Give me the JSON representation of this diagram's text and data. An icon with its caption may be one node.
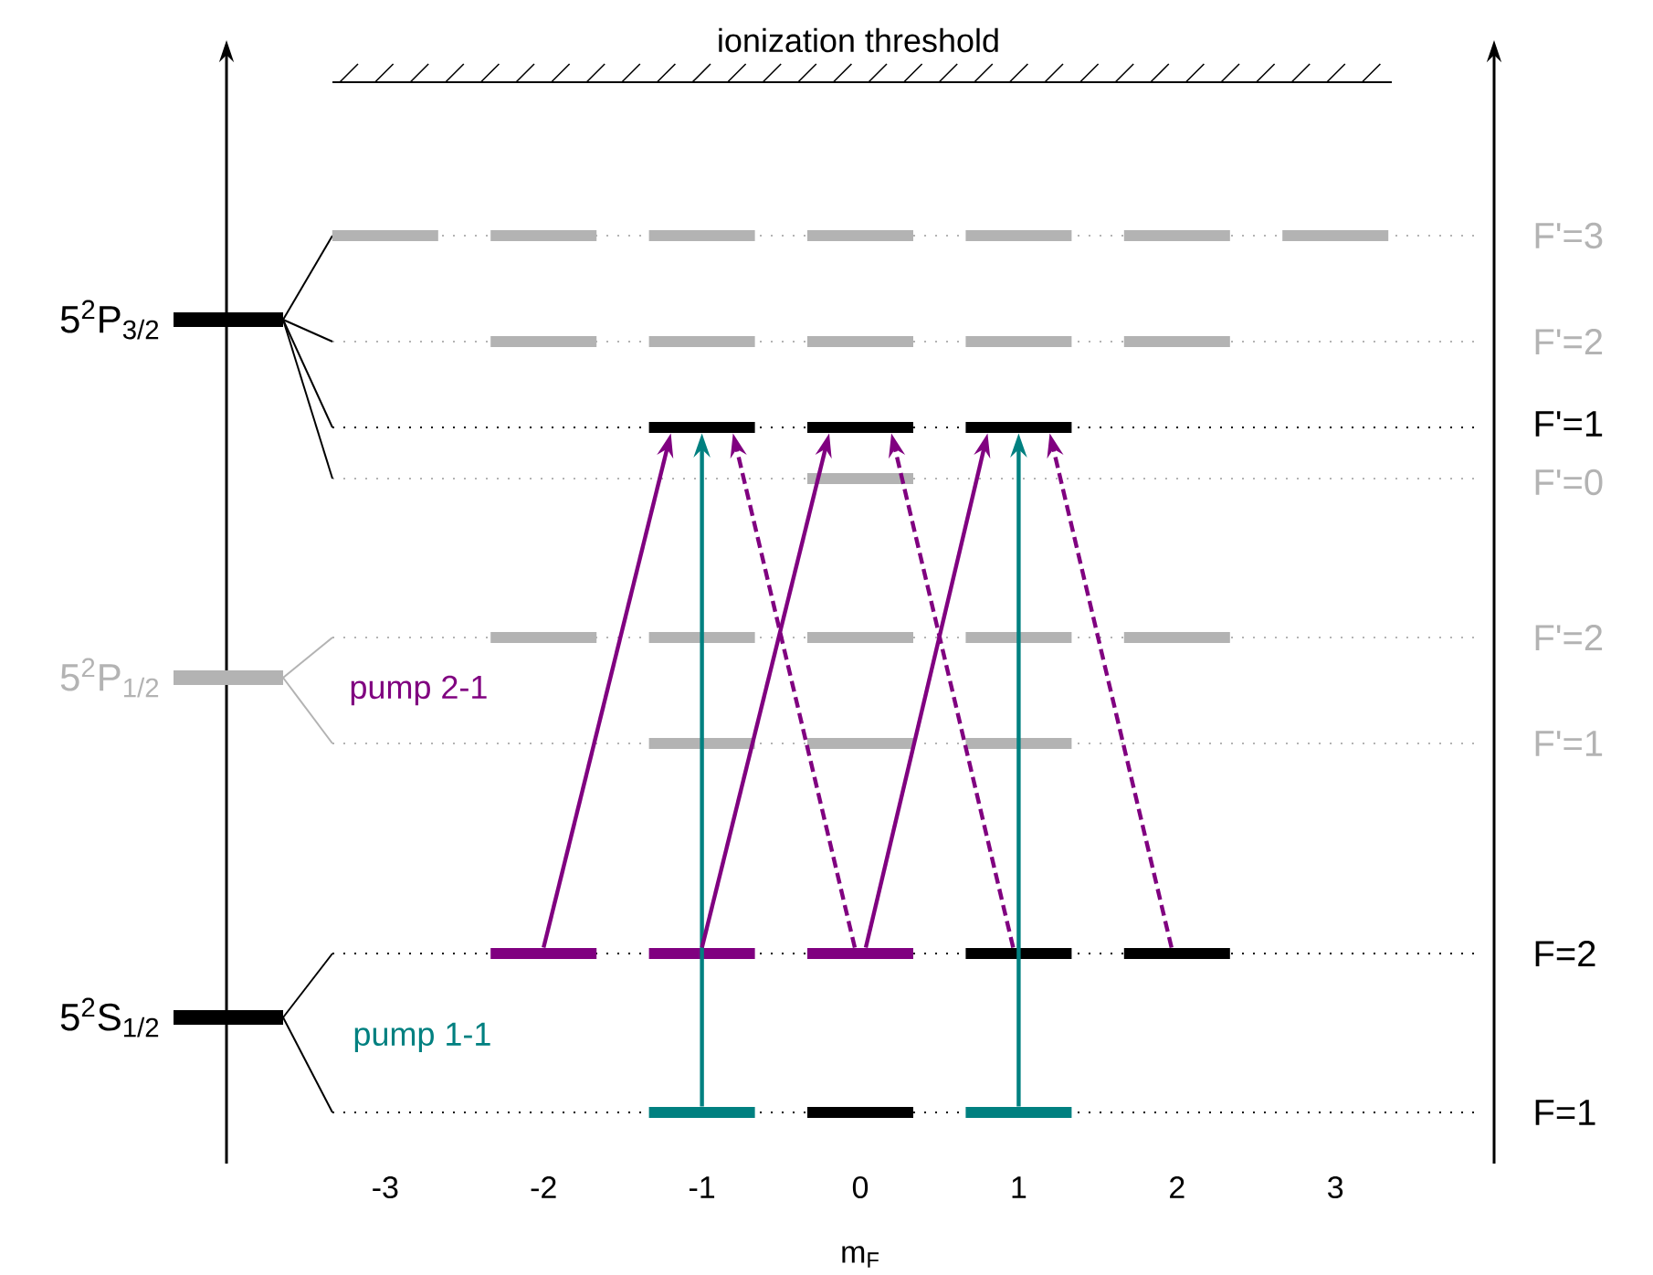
{
  "diagram": {
    "nodes": [
      {
        "text": [
          "5$^{2}$P$_{3/2}$"
        ]
      },
      {
        "text": [],
        "shape": "bar"
      },
      {
        "text": [],
        "shape": "bar"
      },
      {
        "text": [],
        "shape": "bar"
      },
      {
        "text": [],
        "shape": "bar"
      },
      {
        "text": [],
        "shape": "bar"
      },
      {
        "text": [],
        "shape": "bar"
      },
      {
        "text": [],
        "shape": "bar"
      },
      {
        "text": [],
        "shape": "bar"
      },
      {
        "text": [],
        "shape": "bar"
      },
      {
        "text": [],
        "shape": "bar"
      },
      {
        "text": [],
        "shape": "bar"
      },
      {
        "text": [],
        "shape": "bar"
      },
      {
        "text": [],
        "shape": "bar"
      },
      {
        "text": [],
        "shape": "bar"
      },
      {
        "text": [],
        "shape": "bar"
      },
      {
        "text": [],
        "shape": "bar"
      },
      {
        "text": [
          "5$^{2}$P$_{1/2}$"
        ]
      },
      {
        "text": [],
        "shape": "bar"
      },
      {
        "text": [],
        "shape": "bar"
      },
      {
        "text": [],
        "shape": "bar"
      },
      {
        "text": [],
        "shape": "bar"
      },
      {
        "text": [],
        "shape": "bar"
      },
      {
        "text": [],
        "shape": "bar"
      },
      {
        "text": [],
        "shape": "bar"
      },
      {
        "text": [],
        "shape": "bar"
      },
      {
        "text": [
          "5$^{2}$S$_{1/2}$"
        ]
      },
      {
        "text": [],
        "shape": "bar"
      },
      {
        "text": [],
        "shape": "bar"
      },
      {
        "text": [],
        "shape": "bar"
      },
      {
        "text": [],
        "shape": "bar"
      },
      {
        "text": [],
        "shape": "bar"
      },
      {
        "text": [],
        "shape": "bar"
      },
      {
        "text": [],
        "shape": "bar"
      },
      {
        "text": [],
        "shape": "bar"
      }
    ],
    "edges": [
      {
        "from": 27,
        "to": 13,
        "arrow": "to"
      },
      {
        "from": 32,
        "to": 13,
        "arrow": "to",
        "color": "#008080"
      },
      {
        "from": 29,
        "to": 13,
        "arrow": "to",
        "style": "dashed"
      },
      {
        "from": 28,
        "to": 14,
        "arrow": "to"
      },
      {
        "from": 30,
        "to": 14,
        "arrow": "to",
        "style": "dashed"
      },
      {
        "from": 29,
        "to": 15,
        "arrow": "to"
      },
      {
        "from": 34,
        "to": 15,
        "arrow": "to",
        "color": "#008080"
      },
      {
        "from": 31,
        "to": 15,
        "arrow": "to",
        "style": "dashed"
      }
    ],
    "labels": [
      "ionization threshold",
      "F'=3",
      "F'=2",
      "F'=1",
      "F'=0",
      "F'=2",
      "F'=1",
      "F=2",
      "F=1",
      "pump 2-1",
      "pump 1-1",
      "-3",
      "-2",
      "-1",
      "0",
      "1",
      "2",
      "3",
      "m$_{F}$"
    ]
  }
}
